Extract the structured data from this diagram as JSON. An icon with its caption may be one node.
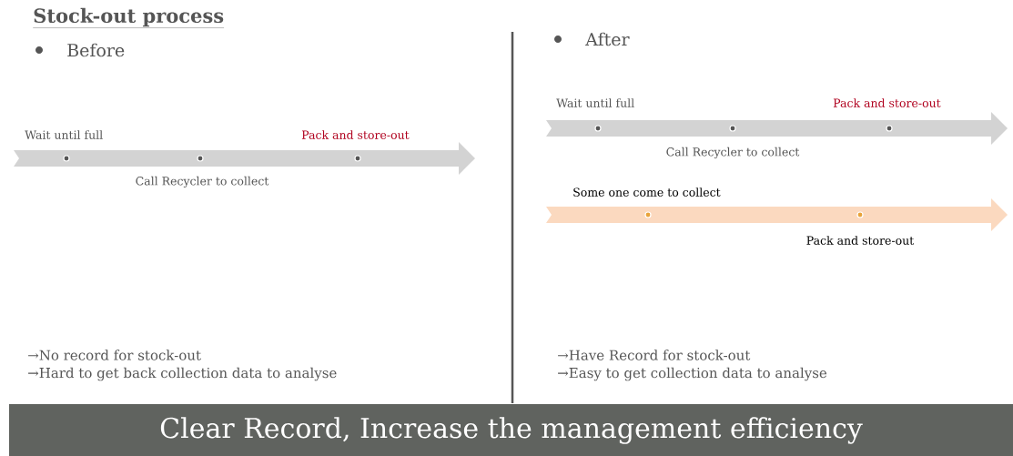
{
  "diagram": {
    "title": "Stock-out process",
    "nodes": [
      {
        "text": [
          "Clear Record, Increase the management efficiency"
        ]
      }
    ],
    "labels": [
      "Before",
      "After",
      "Wait until full",
      "Pack and store-out",
      "Wait until full",
      "Pack and store-out",
      "Call Recycler to collect",
      "Call Recycler to collect",
      "Some one come to collect",
      "Pack and store-out",
      "→No record for stock-out",
      "→Hard to get back collection data to analyse",
      "→Have Record for stock-out",
      "→Easy to get collection data to analyse"
    ]
  }
}
